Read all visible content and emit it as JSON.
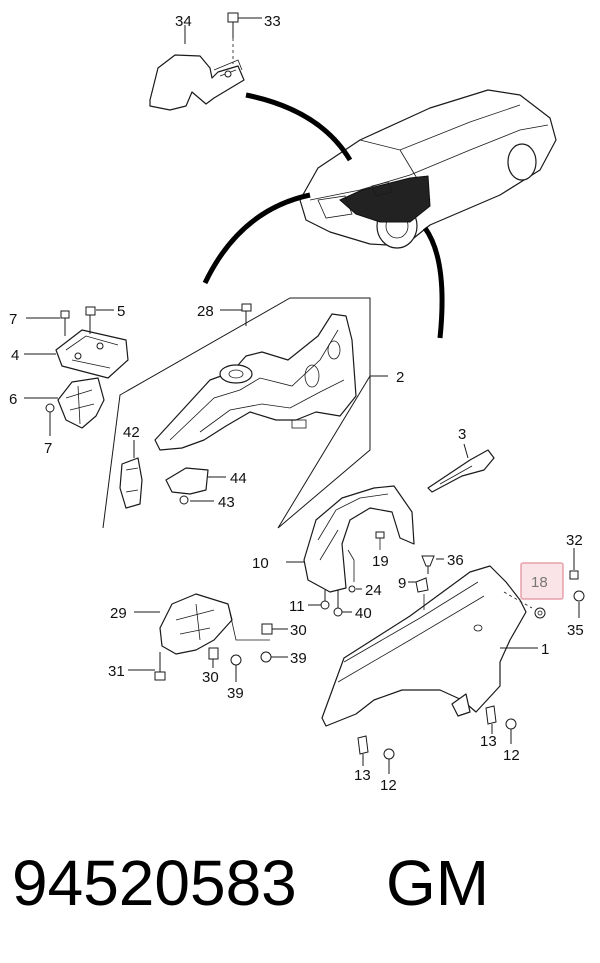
{
  "callouts": [
    {
      "id": "c34",
      "text": "34"
    },
    {
      "id": "c33",
      "text": "33"
    },
    {
      "id": "c28",
      "text": "28"
    },
    {
      "id": "c7a",
      "text": "7"
    },
    {
      "id": "c5",
      "text": "5"
    },
    {
      "id": "c4",
      "text": "4"
    },
    {
      "id": "c6",
      "text": "6"
    },
    {
      "id": "c7b",
      "text": "7"
    },
    {
      "id": "c2",
      "text": "2"
    },
    {
      "id": "c42",
      "text": "42"
    },
    {
      "id": "c44",
      "text": "44"
    },
    {
      "id": "c43",
      "text": "43"
    },
    {
      "id": "c3",
      "text": "3"
    },
    {
      "id": "c10",
      "text": "10"
    },
    {
      "id": "c19",
      "text": "19"
    },
    {
      "id": "c36",
      "text": "36"
    },
    {
      "id": "c24",
      "text": "24"
    },
    {
      "id": "c9",
      "text": "9"
    },
    {
      "id": "c32",
      "text": "32"
    },
    {
      "id": "c18",
      "text": "18"
    },
    {
      "id": "c35",
      "text": "35"
    },
    {
      "id": "c11",
      "text": "11"
    },
    {
      "id": "c40",
      "text": "40"
    },
    {
      "id": "c29",
      "text": "29"
    },
    {
      "id": "c30a",
      "text": "30"
    },
    {
      "id": "c39a",
      "text": "39"
    },
    {
      "id": "c1",
      "text": "1"
    },
    {
      "id": "c31",
      "text": "31"
    },
    {
      "id": "c30b",
      "text": "30"
    },
    {
      "id": "c39b",
      "text": "39"
    },
    {
      "id": "c13a",
      "text": "13"
    },
    {
      "id": "c12a",
      "text": "12"
    },
    {
      "id": "c13b",
      "text": "13"
    },
    {
      "id": "c12b",
      "text": "12"
    }
  ],
  "highlight": {
    "callout": "18",
    "color": "#e8a0a8",
    "fill": "#fbe4e7"
  },
  "footer": {
    "part_number": "94520583",
    "brand": "GM"
  }
}
